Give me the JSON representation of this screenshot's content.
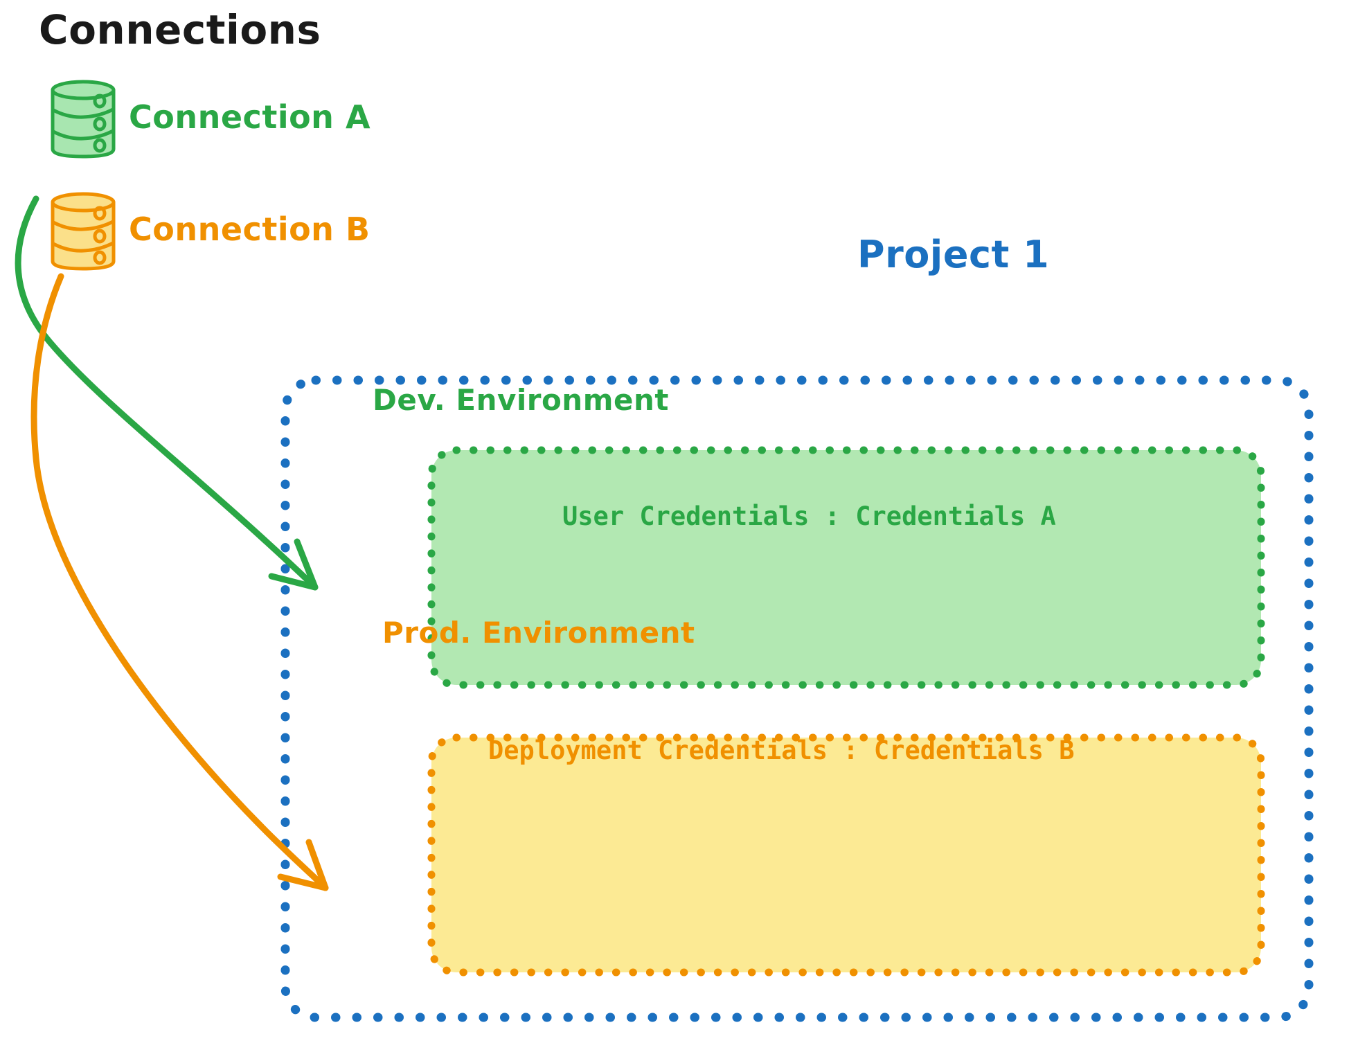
{
  "title": "Connections",
  "connections": [
    {
      "id": "a",
      "label": "Connection A",
      "icon": "database-icon",
      "color": "#2aa745",
      "fill": "#a8e6b0"
    },
    {
      "id": "b",
      "label": "Connection B",
      "icon": "database-icon",
      "color": "#f09000",
      "fill": "#fbe08a"
    }
  ],
  "project": {
    "label": "Project 1",
    "color": "#1b70c0",
    "border_style": "dotted",
    "environments": [
      {
        "id": "dev",
        "name": "Dev. Environment",
        "credentials_label": "User Credentials : Credentials A",
        "color": "#2aa745",
        "fill": "#b2e8b2",
        "border_style": "dotted",
        "source_connection": "Connection A"
      },
      {
        "id": "prod",
        "name": "Prod. Environment",
        "credentials_label": "Deployment Credentials : Credentials B",
        "color": "#f09000",
        "fill": "#fcea94",
        "border_style": "dotted",
        "source_connection": "Connection B"
      }
    ]
  },
  "arrows": [
    {
      "id": "arrow-a-to-dev",
      "from": "Connection A",
      "to": "Dev. Environment",
      "color": "#2aa745"
    },
    {
      "id": "arrow-b-to-prod",
      "from": "Connection B",
      "to": "Prod. Environment",
      "color": "#f09000"
    }
  ],
  "colors": {
    "title": "#1a1a1a",
    "green": "#2aa745",
    "green_fill": "#b2e8b2",
    "orange": "#f09000",
    "orange_fill": "#fcea94",
    "blue": "#1b70c0",
    "background": "#ffffff"
  }
}
